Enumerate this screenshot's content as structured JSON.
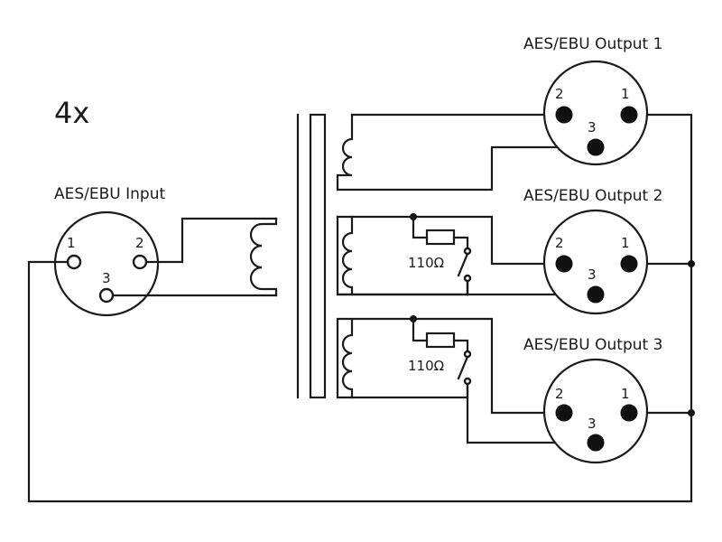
{
  "multiplier": "4x",
  "input": {
    "title": "AES/EBU Input",
    "pins": [
      "1",
      "2",
      "3"
    ]
  },
  "outputs": [
    {
      "title": "AES/EBU Output 1",
      "pins": [
        "2",
        "1",
        "3"
      ]
    },
    {
      "title": "AES/EBU Output 2",
      "pins": [
        "2",
        "1",
        "3"
      ]
    },
    {
      "title": "AES/EBU Output 3",
      "pins": [
        "2",
        "1",
        "3"
      ]
    }
  ],
  "termination": [
    {
      "resistor_label": "110Ω"
    },
    {
      "resistor_label": "110Ω"
    }
  ]
}
